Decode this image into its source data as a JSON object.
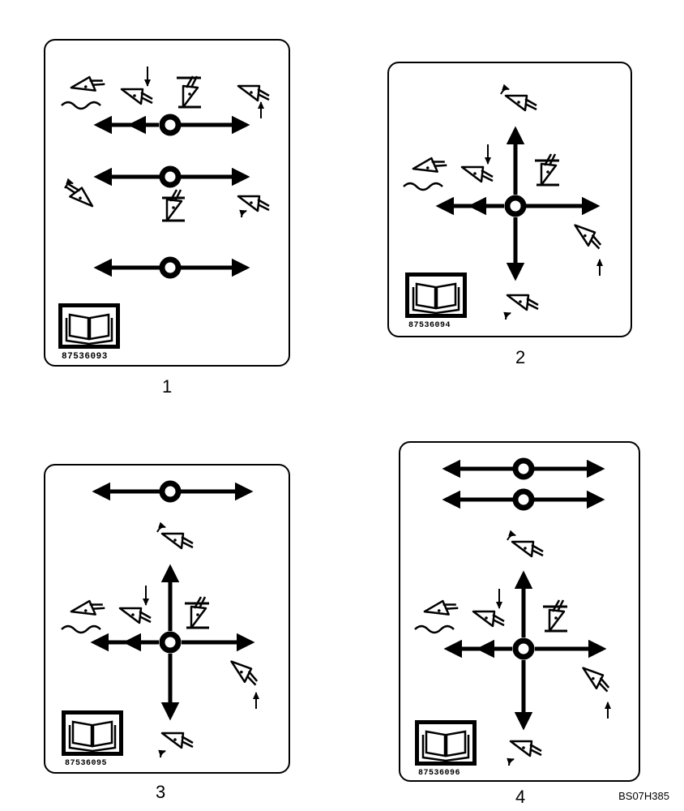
{
  "decals": [
    {
      "part_number": "87536093",
      "caption": "1"
    },
    {
      "part_number": "87536094",
      "caption": "2"
    },
    {
      "part_number": "87536095",
      "caption": "3"
    },
    {
      "part_number": "87536096",
      "caption": "4"
    }
  ],
  "figure_reference": "BS07H385",
  "icons": {
    "lever_ring": "ring-icon",
    "float": "float-icon",
    "lower": "lower-icon",
    "level": "level-icon",
    "raise": "raise-icon",
    "curl": "curl-icon",
    "dump": "dump-icon",
    "manual": "book-icon"
  }
}
